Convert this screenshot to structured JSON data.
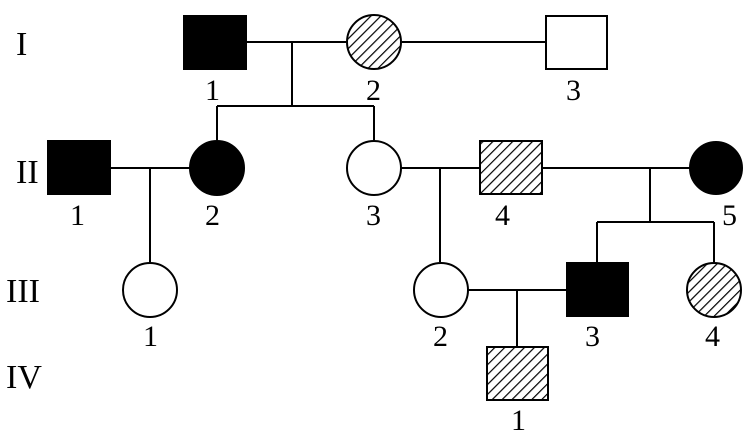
{
  "generations": [
    "I",
    "II",
    "III",
    "IV"
  ],
  "individuals": {
    "I-1": {
      "label": "1",
      "sex": "male",
      "status": "affected-solid"
    },
    "I-2": {
      "label": "2",
      "sex": "female",
      "status": "affected-hatched"
    },
    "I-3": {
      "label": "3",
      "sex": "male",
      "status": "unaffected"
    },
    "II-1": {
      "label": "1",
      "sex": "male",
      "status": "affected-solid"
    },
    "II-2": {
      "label": "2",
      "sex": "female",
      "status": "affected-solid"
    },
    "II-3": {
      "label": "3",
      "sex": "female",
      "status": "unaffected"
    },
    "II-4": {
      "label": "4",
      "sex": "male",
      "status": "affected-hatched"
    },
    "II-5": {
      "label": "5",
      "sex": "female",
      "status": "affected-solid"
    },
    "III-1": {
      "label": "1",
      "sex": "female",
      "status": "unaffected"
    },
    "III-2": {
      "label": "2",
      "sex": "female",
      "status": "unaffected"
    },
    "III-3": {
      "label": "3",
      "sex": "male",
      "status": "affected-solid"
    },
    "III-4": {
      "label": "4",
      "sex": "female",
      "status": "affected-hatched"
    },
    "IV-1": {
      "label": "1",
      "sex": "male",
      "status": "affected-hatched"
    }
  },
  "colors": {
    "line": "#000000",
    "solid": "#000000",
    "background": "#ffffff"
  }
}
